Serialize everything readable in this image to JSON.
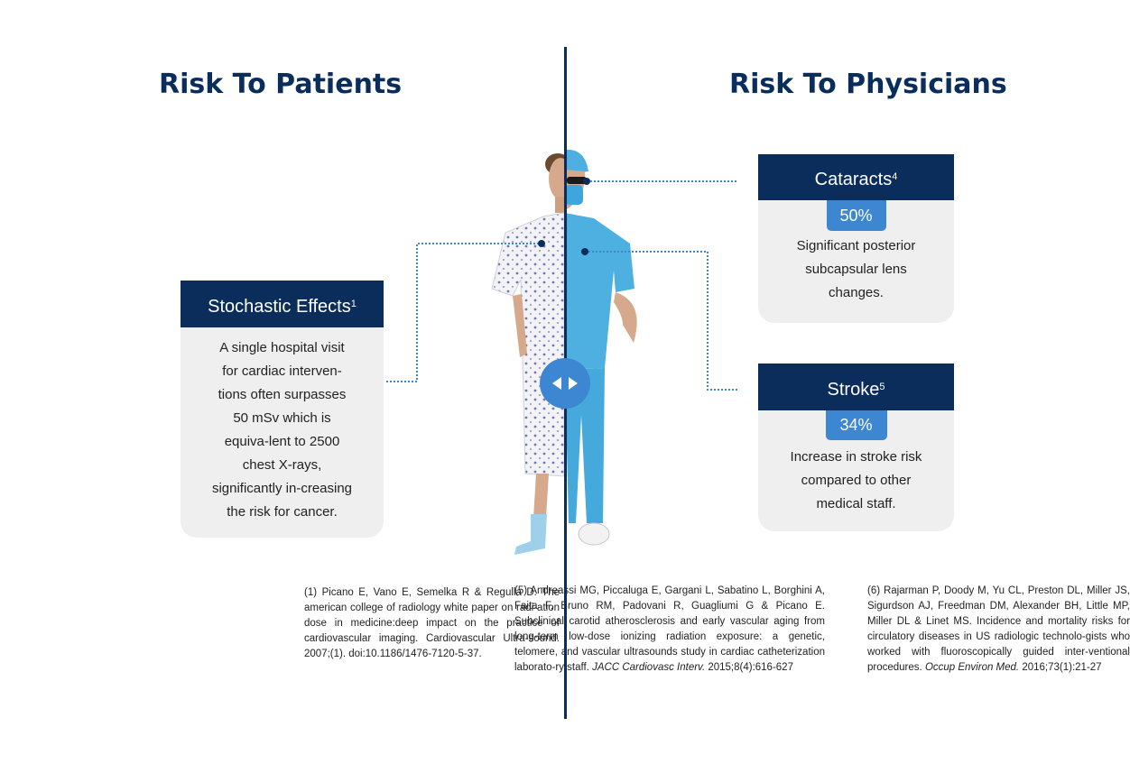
{
  "headings": {
    "left": "Risk To Patients",
    "right": "Risk To Physicians"
  },
  "cards": {
    "stochastic": {
      "title": "Stochastic Effects",
      "sup": "1",
      "body": "A single hospital visit for cardiac interven-tions often surpasses 50 mSv which is equiva-lent to 2500 chest X-rays, significantly in-creasing the risk for cancer."
    },
    "cataracts": {
      "title": "Cataracts",
      "sup": "4",
      "percent": "50%",
      "body": "Significant posterior subcapsular lens changes."
    },
    "stroke": {
      "title": "Stroke",
      "sup": "5",
      "percent": "34%",
      "body": "Increase in stroke risk compared to other medical staff."
    }
  },
  "references": {
    "ref1": "(1) Picano E, Vano E, Semelka R & Regulla D. The american college of radiology white paper on radi-ation dose in medicine:deep impact on the practice of cardiovascular imaging. Cardiovascular Ultra-sound. 2007;(1). doi:10.1186/1476-7120-5-37.",
    "ref2_text": "(5) Andreassi MG, Piccaluga E, Gargani L, Sabatino L, Borghini A, Faita F, Bruno RM, Padovani R, Guagliumi G & Picano E. Subclinical carotid atherosclerosis and early vascular aging from long-term low-dose ionizing radiation exposure: a genetic, telomere, and vascular ultrasounds study in cardiac catheterization laborato-ry staff.",
    "ref2_journal": "JACC Cardiovasc Interv.",
    "ref2_tail": "2015;8(4):616-627",
    "ref3_text": "(6) Rajarman P, Doody M, Yu CL, Preston DL, Miller JS, Sigurdson AJ, Freedman DM, Alexander BH, Little MP, Miller DL & Linet MS. Incidence and mortality risks for circulatory diseases in US radiologic technolo-gists who worked with fluoroscopically guided inter-ventional procedures.",
    "ref3_journal": "Occup Environ Med.",
    "ref3_tail": "2016;73(1):21-27"
  },
  "colors": {
    "navy": "#0b2d5c",
    "accent_blue": "#3d86d2",
    "card_bg": "#efefef",
    "scrubs": "#4eb0e0"
  },
  "icons": {
    "slider_left": "triangle-left",
    "slider_right": "triangle-right"
  }
}
